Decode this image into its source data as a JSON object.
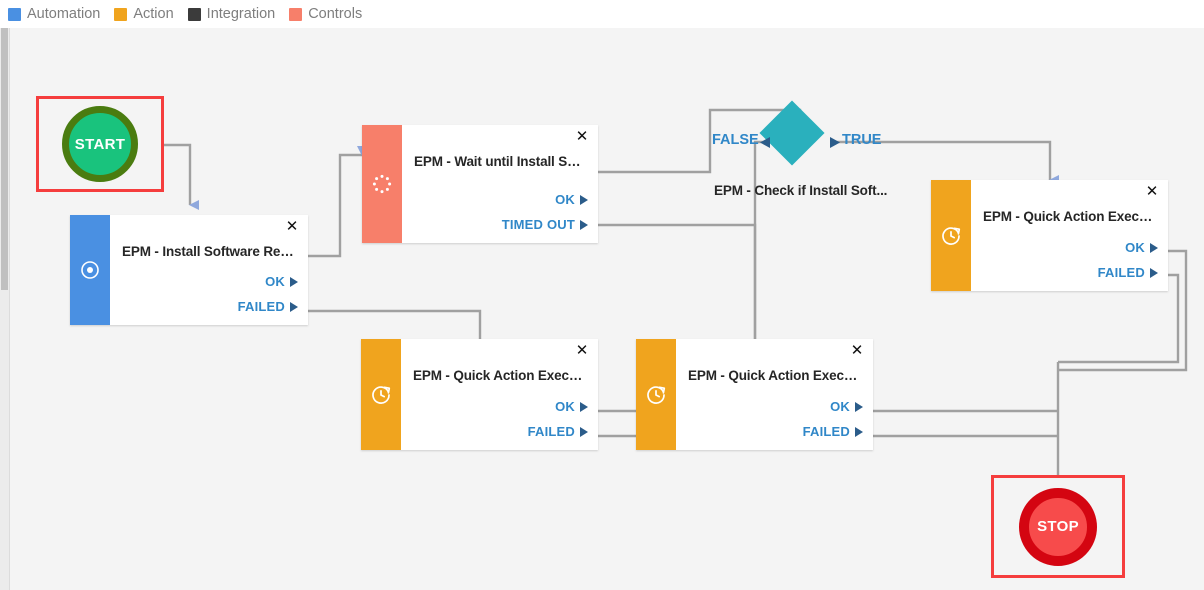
{
  "legend": {
    "items": [
      {
        "label": "Automation",
        "color": "#4a90e2",
        "icon": "square-swatch-icon"
      },
      {
        "label": "Action",
        "color": "#f0a41e",
        "icon": "square-swatch-icon"
      },
      {
        "label": "Integration",
        "color": "#3b3b3b",
        "icon": "square-swatch-icon"
      },
      {
        "label": "Controls",
        "color": "#f77f6a",
        "icon": "square-swatch-icon"
      }
    ]
  },
  "canvas": {
    "background": "#f4f4f4",
    "edge_color": "#a0a0a0",
    "arrow_color": "#8fa8dd",
    "selection_color": "#f53d3d"
  },
  "nodes": {
    "start": {
      "label": "START",
      "ring_color": "#4a7c10",
      "fill_color": "#19c37d",
      "selected": true
    },
    "stop": {
      "label": "STOP",
      "ring_color": "#d40511",
      "fill_color": "#f74b4b",
      "selected": true
    },
    "install_software": {
      "title": "EPM - Install Software Req...",
      "bar_color": "#4a90e2",
      "icon": "target-dot-icon",
      "close_icon": "close-icon",
      "ports": [
        "OK",
        "FAILED"
      ]
    },
    "wait_until": {
      "title": "EPM - Wait until Install Soft...",
      "bar_color": "#f77f6a",
      "icon": "spinner-icon",
      "close_icon": "close-icon",
      "ports": [
        "OK",
        "TIMED OUT"
      ]
    },
    "check_if": {
      "title": "EPM - Check if Install Soft...",
      "diamond_color": "#2ab0bd",
      "branch_false": "FALSE",
      "branch_true": "TRUE"
    },
    "quick_action_right": {
      "title": "EPM - Quick Action Executi...",
      "bar_color": "#f0a41e",
      "icon": "clock-refresh-icon",
      "close_icon": "close-icon",
      "ports": [
        "OK",
        "FAILED"
      ]
    },
    "quick_action_bottom_left": {
      "title": "EPM - Quick Action Executi...",
      "bar_color": "#f0a41e",
      "icon": "clock-refresh-icon",
      "close_icon": "close-icon",
      "ports": [
        "OK",
        "FAILED"
      ]
    },
    "quick_action_bottom_mid": {
      "title": "EPM - Quick Action Executi...",
      "bar_color": "#f0a41e",
      "icon": "clock-refresh-icon",
      "close_icon": "close-icon",
      "ports": [
        "OK",
        "FAILED"
      ]
    }
  }
}
